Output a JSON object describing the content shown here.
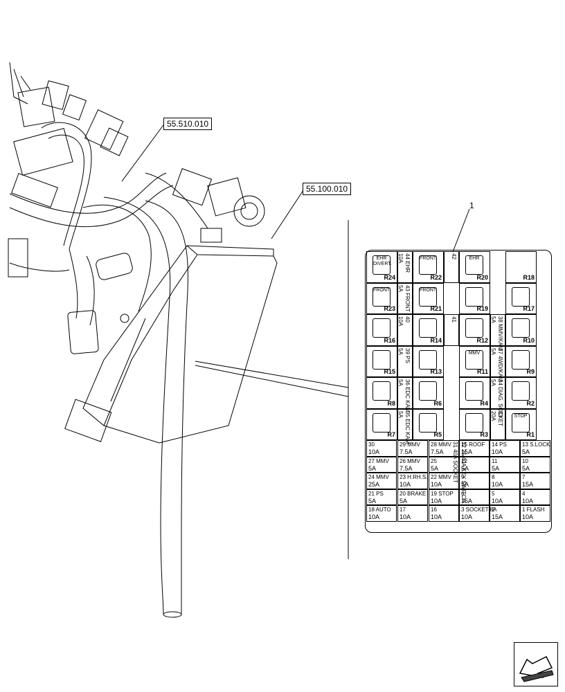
{
  "refs": {
    "harness": "55.510.010",
    "fusebox": "55.100.010"
  },
  "callout": "1",
  "relays": [
    {
      "id": "R24",
      "label": "EHR DIVERT."
    },
    {
      "id": "R22",
      "label": "FRONT"
    },
    {
      "id": "R20",
      "label": "EHR"
    },
    {
      "id": "R18",
      "label": ""
    },
    {
      "id": "R23",
      "label": "FRONT"
    },
    {
      "id": "R21",
      "label": "FRONT"
    },
    {
      "id": "R19",
      "label": ""
    },
    {
      "id": "R17",
      "label": ""
    },
    {
      "id": "R16",
      "label": ""
    },
    {
      "id": "R14",
      "label": ""
    },
    {
      "id": "R12",
      "label": ""
    },
    {
      "id": "R10",
      "label": ""
    },
    {
      "id": "R15",
      "label": ""
    },
    {
      "id": "R13",
      "label": ""
    },
    {
      "id": "R11",
      "label": "MMV"
    },
    {
      "id": "R9",
      "label": ""
    },
    {
      "id": "R8",
      "label": ""
    },
    {
      "id": "R6",
      "label": ""
    },
    {
      "id": "R4",
      "label": ""
    },
    {
      "id": "R2",
      "label": ""
    },
    {
      "id": "R7",
      "label": ""
    },
    {
      "id": "R5",
      "label": ""
    },
    {
      "id": "R3",
      "label": ""
    },
    {
      "id": "R1",
      "label": "STOP"
    }
  ],
  "top_fuses": [
    {
      "num": "44",
      "amp": "10A",
      "desc": "EHR"
    },
    {
      "num": "43",
      "amp": "5A",
      "desc": "FRONT"
    },
    {
      "num": "42",
      "amp": "",
      "desc": ""
    },
    {
      "num": "41",
      "amp": "",
      "desc": ""
    },
    {
      "num": "40",
      "amp": "10A",
      "desc": ""
    },
    {
      "num": "39",
      "amp": "5A",
      "desc": "PS"
    },
    {
      "num": "38",
      "amp": "5A",
      "desc": "MMV/KAM"
    },
    {
      "num": "37",
      "amp": "5A",
      "desc": "4WD/KAM"
    },
    {
      "num": "36",
      "amp": "5A",
      "desc": "EDC KAM"
    },
    {
      "num": "35",
      "amp": "5A",
      "desc": "EDC KAM"
    },
    {
      "num": "34",
      "amp": "5A",
      "desc": "DIAG. SOCKET"
    },
    {
      "num": "33",
      "amp": "20A",
      "desc": ""
    }
  ],
  "bottom_fuses": [
    {
      "num": "30",
      "amp": "10A",
      "desc": ""
    },
    {
      "num": "29",
      "amp": "7.5A",
      "desc": "MMV"
    },
    {
      "num": "28",
      "amp": "7.5A",
      "desc": "MMV"
    },
    {
      "num": "27",
      "amp": "5A",
      "desc": "MMV"
    },
    {
      "num": "26",
      "amp": "7.5A",
      "desc": "MMV"
    },
    {
      "num": "25",
      "amp": "5A",
      "desc": ""
    },
    {
      "num": "24",
      "amp": "25A",
      "desc": "MMV"
    },
    {
      "num": "23",
      "amp": "10A",
      "desc": "H.RH.S."
    },
    {
      "num": "22",
      "amp": "10A",
      "desc": "MMV"
    },
    {
      "num": "21",
      "amp": "5A",
      "desc": "PS"
    },
    {
      "num": "20",
      "amp": "5A",
      "desc": "BRAKE"
    },
    {
      "num": "19",
      "amp": "10A",
      "desc": "STOP"
    },
    {
      "num": "18",
      "amp": "10A",
      "desc": "AUTO"
    },
    {
      "num": "17",
      "amp": "10A",
      "desc": ""
    },
    {
      "num": "16",
      "amp": "10A",
      "desc": ""
    },
    {
      "num": "15",
      "amp": "15A",
      "desc": "ROOF"
    },
    {
      "num": "14",
      "amp": "10A",
      "desc": "PS"
    },
    {
      "num": "13",
      "amp": "5A",
      "desc": "S.LOCK"
    },
    {
      "num": "12",
      "amp": "5A",
      "desc": ""
    },
    {
      "num": "11",
      "amp": "5A",
      "desc": ""
    },
    {
      "num": "10",
      "amp": "5A",
      "desc": ""
    },
    {
      "num": "9",
      "amp": "5A",
      "desc": ""
    },
    {
      "num": "8",
      "amp": "10A",
      "desc": ""
    },
    {
      "num": "7",
      "amp": "15A",
      "desc": ""
    },
    {
      "num": "6",
      "amp": "15A",
      "desc": ""
    },
    {
      "num": "5",
      "amp": "10A",
      "desc": ""
    },
    {
      "num": "4",
      "amp": "10A",
      "desc": ""
    },
    {
      "num": "3",
      "amp": "10A",
      "desc": "SOCKET 8A"
    },
    {
      "num": "2",
      "amp": "15A",
      "desc": ""
    },
    {
      "num": "1",
      "amp": "10A",
      "desc": "FLASH"
    }
  ],
  "fuse_32": {
    "num": "32",
    "amp": "25/40A",
    "desc": "KEY SWITCH"
  },
  "fuse_31": {
    "num": "31",
    "amp": "40A",
    "desc": "SOCKET"
  }
}
